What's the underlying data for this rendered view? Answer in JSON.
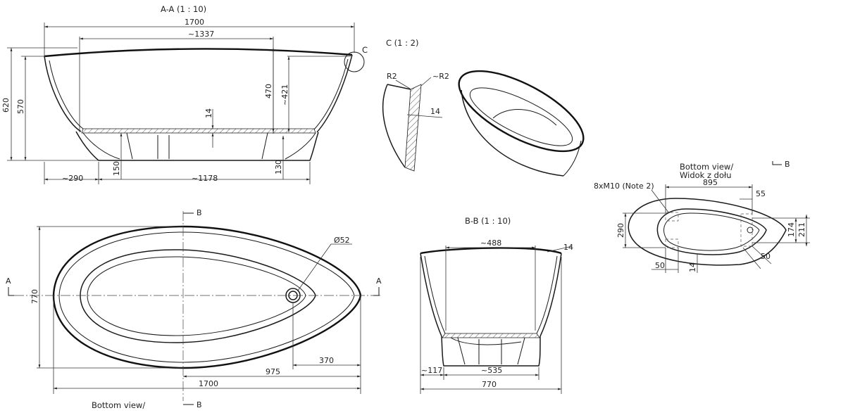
{
  "section_aa": {
    "title": "A-A (1 : 10)",
    "dim_length": "1700",
    "dim_inner": "~1337",
    "dim_height_total": "620",
    "dim_height_body": "570",
    "dim_depth": "470",
    "dim_depth_right": "~421",
    "dim_wall": "14",
    "dim_foot_left": "150",
    "dim_foot_right": "130",
    "dim_left_offset": "~290",
    "dim_base": "~1178",
    "detail_callout": "C"
  },
  "detail_c": {
    "title": "C (1 : 2)",
    "radius_left": "R2",
    "radius_right": "~R2",
    "wall": "14"
  },
  "top_view": {
    "section_marker_top": "B",
    "section_marker_bottom": "B",
    "section_marker_left": "A",
    "section_marker_right": "A",
    "drain": "Ø52",
    "dim_width": "770",
    "dim_drain_offset": "370",
    "dim_975": "975",
    "dim_1700": "1700",
    "label": "Bottom view/"
  },
  "section_bb": {
    "title": "B-B (1 : 10)",
    "dim_top": "~488",
    "dim_wall": "14",
    "dim_left": "~117",
    "dim_base": "~535",
    "dim_width": "770"
  },
  "bottom_view": {
    "title_line1": "Bottom view/",
    "title_line2": "Widok z dołu",
    "section_marker": "B",
    "note": "8xM10 (Note 2)",
    "dim_length": "895",
    "dim_55": "55",
    "dim_290": "290",
    "dim_174": "174",
    "dim_211": "211",
    "dim_50_left": "50",
    "dim_14": "14",
    "dim_50_right": "50"
  }
}
